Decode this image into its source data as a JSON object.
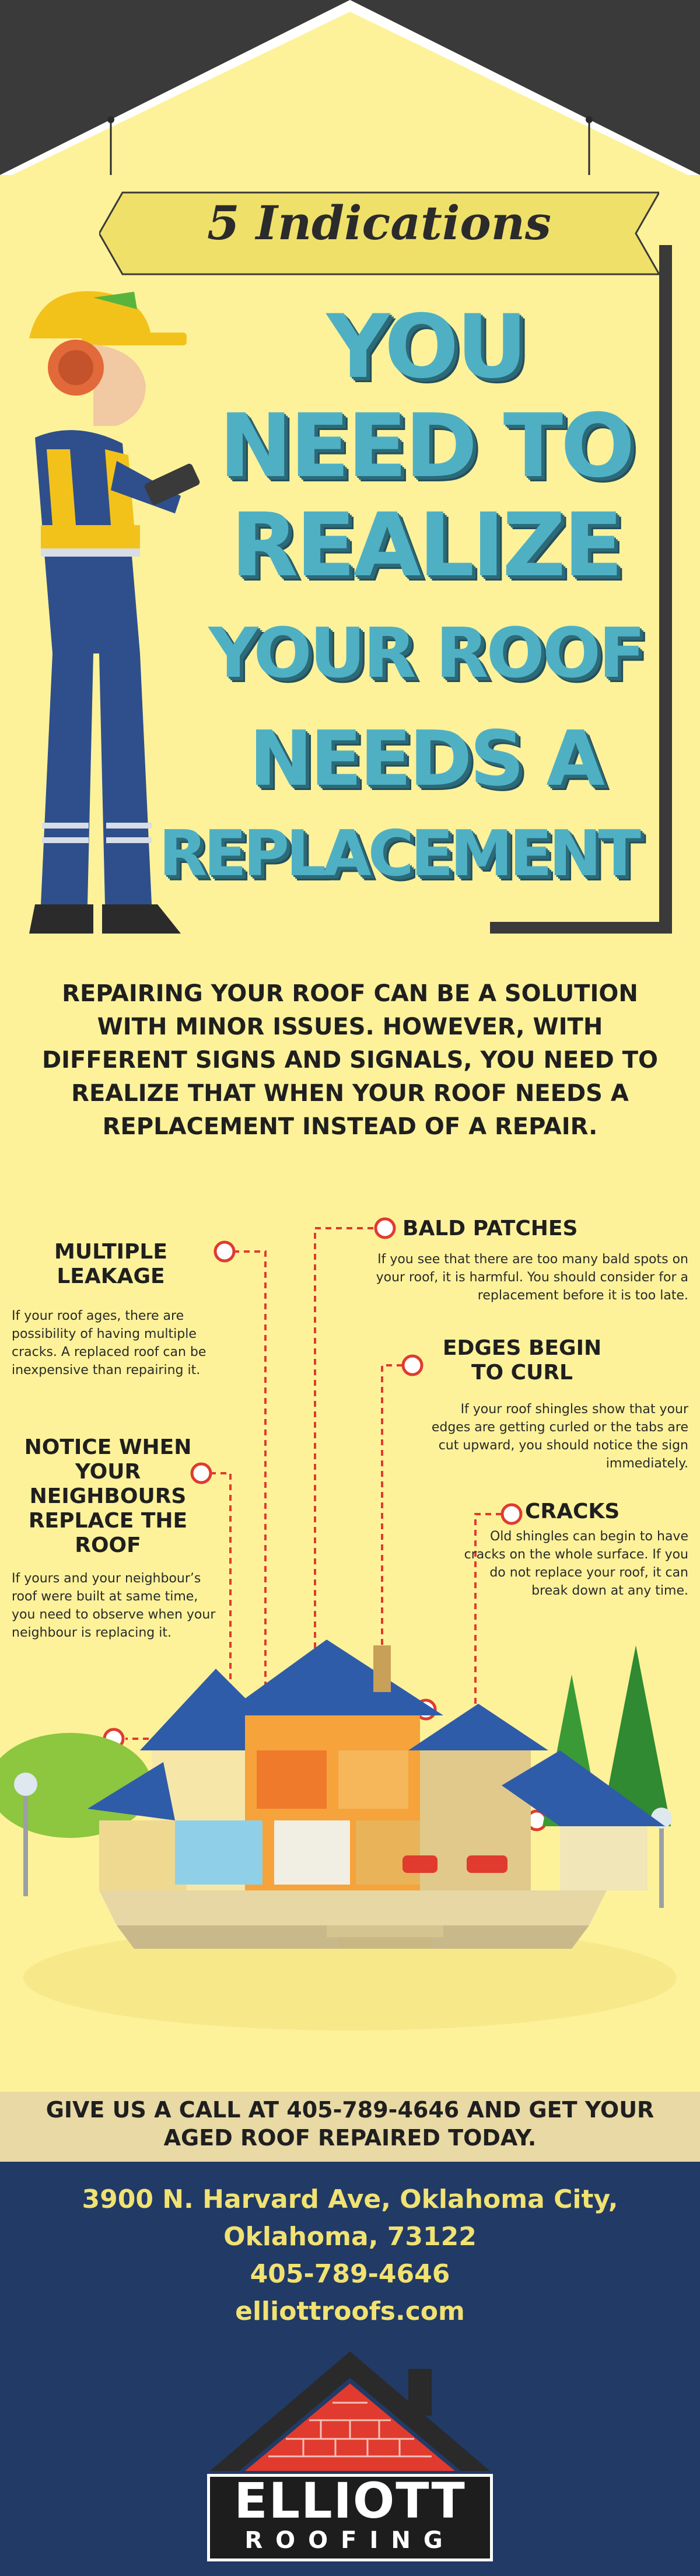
{
  "sign": {
    "title": "5 Indications"
  },
  "hero": {
    "lines": [
      "YOU",
      "NEED TO",
      "REALIZE",
      "YOUR ROOF",
      "NEEDS A",
      "REPLACEMENT"
    ]
  },
  "intro": "REPAIRING YOUR ROOF CAN BE A SOLUTION WITH MINOR ISSUES. HOWEVER, WITH DIFFERENT SIGNS AND SIGNALS, YOU NEED TO REALIZE THAT WHEN YOUR ROOF NEEDS A REPLACEMENT INSTEAD OF A REPAIR.",
  "indications": {
    "leakage": {
      "title": "MULTIPLE LEAKAGE",
      "text": "If your roof ages, there are possibility of having multiple cracks. A replaced roof can be inexpensive than repairing it."
    },
    "bald": {
      "title": "BALD PATCHES",
      "text": "If you see that there are too many bald spots on your roof, it is harmful. You should consider for a replacement before it is too late."
    },
    "edges": {
      "title": "EDGES BEGIN TO CURL",
      "text": "If your roof shingles show that your edges are getting curled or the tabs are cut upward, you should notice the sign immediately."
    },
    "neighbours": {
      "title": "NOTICE WHEN YOUR NEIGHBOURS REPLACE THE ROOF",
      "text": "If yours and your neighbour’s roof were built at same time, you need to observe when your neighbour is replacing it."
    },
    "cracks": {
      "title": "CRACKS",
      "text": "Old shingles can begin to have cracks on the whole surface. If you do not replace your roof, it can break down at any time."
    }
  },
  "cta": "GIVE US A CALL AT 405-789-4646 AND GET YOUR AGED ROOF REPAIRED TODAY.",
  "contact": {
    "address_line1": "3900 N. Harvard Ave, Oklahoma City,",
    "address_line2": "Oklahoma, 73122",
    "phone": "405-789-4646",
    "website": "elliottroofs.com"
  },
  "logo": {
    "brand": "ELLIOTT",
    "sub": "ROOFING"
  },
  "colors": {
    "background": "#fdf29a",
    "roof_dark": "#3a3a3a",
    "title_teal": "#4fb0c4",
    "footer_navy": "#213a66",
    "footer_text": "#f1e272",
    "marker_red": "#e03b2e"
  }
}
